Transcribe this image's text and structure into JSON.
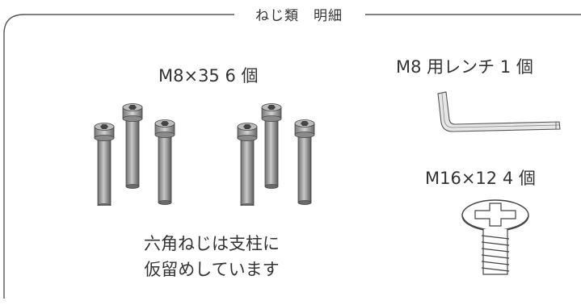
{
  "title": "ねじ類　明細",
  "items": {
    "bolts_label": "M8×35 6 個",
    "wrench_label": "M8 用レンチ  1 個",
    "screws_label": "M16×12  4 個"
  },
  "note": {
    "line1": "六角ねじは支柱に",
    "line2": "仮留めしています"
  }
}
